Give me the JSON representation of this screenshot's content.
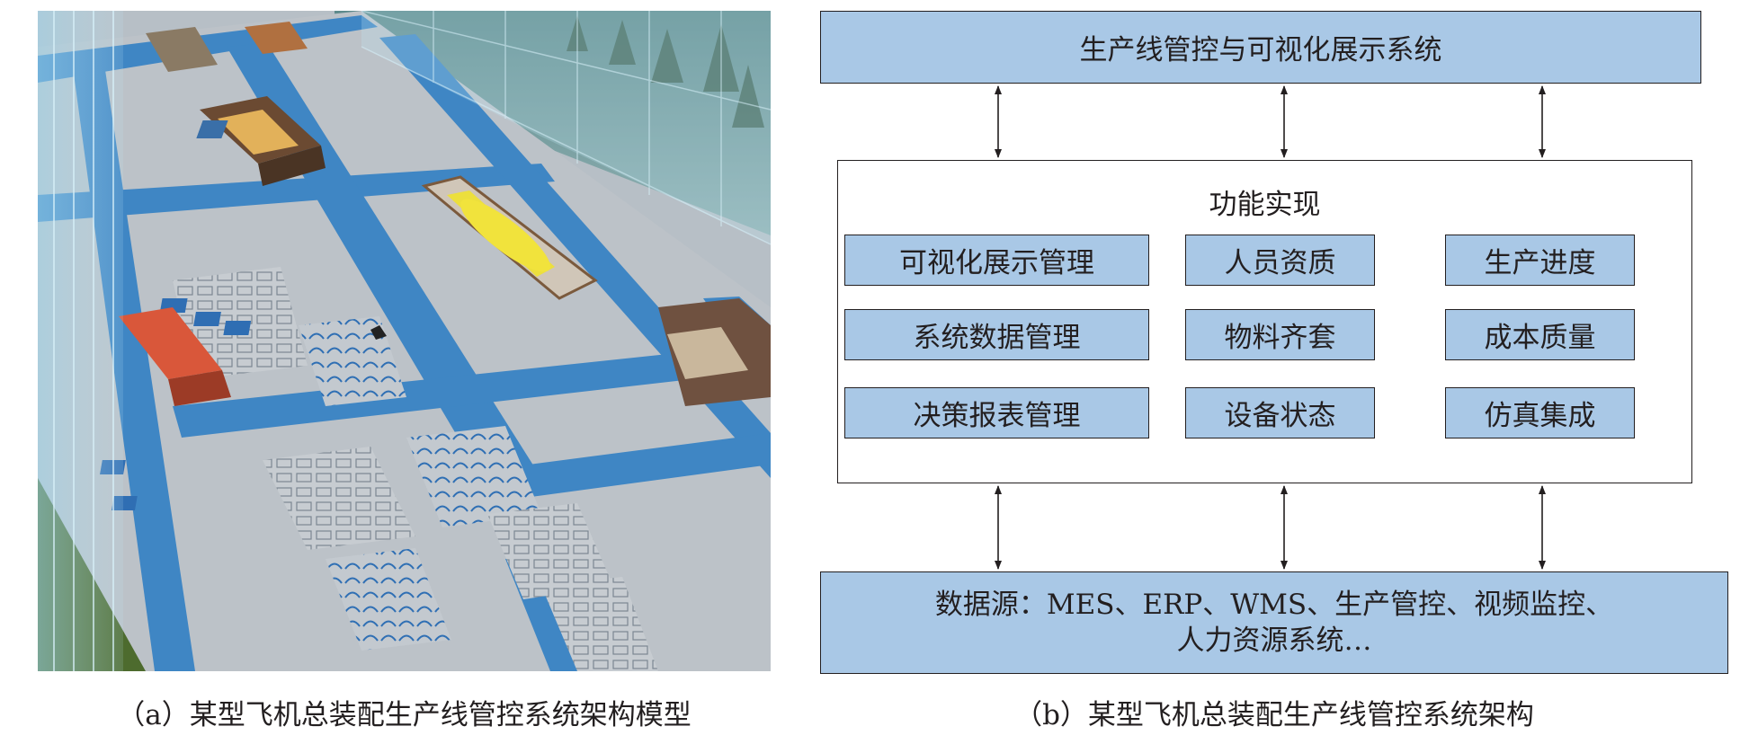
{
  "captions": {
    "a": "（a）某型飞机总装配生产线管控系统架构模型",
    "b": "（b）某型飞机总装配生产线管控系统架构"
  },
  "diagram": {
    "top": "生产线管控与可视化展示系统",
    "function_title": "功能实现",
    "functions": [
      [
        "可视化展示管理",
        "人员资质",
        "生产进度"
      ],
      [
        "系统数据管理",
        "物料齐套",
        "成本质量"
      ],
      [
        "决策报表管理",
        "设备状态",
        "仿真集成"
      ]
    ],
    "source_line1": "数据源：MES、ERP、WMS、生产管控、视频监控、",
    "source_line2": "人力资源系统…"
  },
  "colors": {
    "box_fill": "#a9c8e6",
    "stroke": "#231f20",
    "floor_blue": "#3f86c4",
    "hall_floor": "#b9c0c6"
  },
  "scene": {
    "description_icon": "factory-3d-model-icon"
  }
}
